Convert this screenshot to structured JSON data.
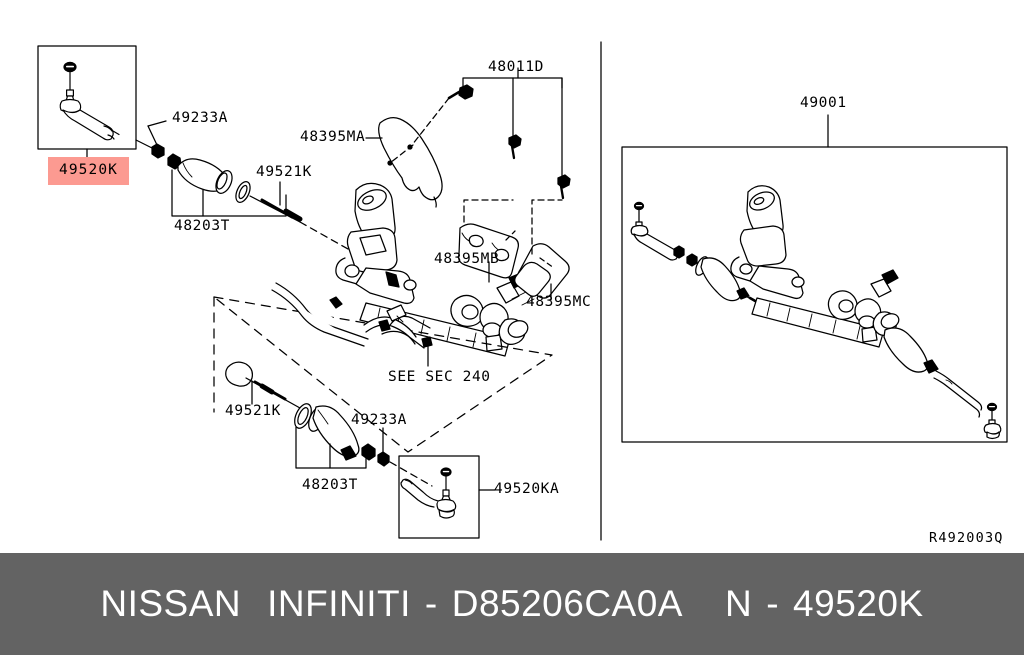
{
  "document": {
    "type": "automotive-parts-diagram",
    "reference_code": "R492003Q"
  },
  "footer": {
    "brand_primary": "NISSAN",
    "brand_secondary": "INFINITI",
    "dash": "-",
    "catalog_number": "D85206CA0A",
    "group_letter": "N",
    "group_dash": "-",
    "part_number": "49520K",
    "background_color": "#636363",
    "text_color": "#ffffff"
  },
  "highlight": {
    "color": "#fc9a91",
    "part": "49520K"
  },
  "left_panel": {
    "inset_box_label": "49520K",
    "callouts": [
      {
        "id": "c1",
        "text": "49520K",
        "highlighted": true
      },
      {
        "id": "c2",
        "text": "49233A",
        "highlighted": false
      },
      {
        "id": "c3",
        "text": "48203T",
        "highlighted": false
      },
      {
        "id": "c4",
        "text": "49521K",
        "highlighted": false
      },
      {
        "id": "c5",
        "text": "48011D",
        "highlighted": false
      },
      {
        "id": "c6",
        "text": "48395MA",
        "highlighted": false
      },
      {
        "id": "c7",
        "text": "48395MB",
        "highlighted": false
      },
      {
        "id": "c8",
        "text": "48395MC",
        "highlighted": false
      },
      {
        "id": "c9",
        "text": "SEE SEC 240",
        "highlighted": false
      },
      {
        "id": "c10",
        "text": "49521K",
        "highlighted": false
      },
      {
        "id": "c11",
        "text": "48203T",
        "highlighted": false
      },
      {
        "id": "c12",
        "text": "49233A",
        "highlighted": false
      },
      {
        "id": "c13",
        "text": "49520KA",
        "highlighted": false
      }
    ]
  },
  "right_panel": {
    "callouts": [
      {
        "id": "r1",
        "text": "49001",
        "highlighted": false
      }
    ]
  },
  "labels": {
    "l_49520K": "49520K",
    "l_49233A_top": "49233A",
    "l_48203T_top": "48203T",
    "l_49521K_top": "49521K",
    "l_48011D": "48011D",
    "l_48395MA": "48395MA",
    "l_48395MB": "48395MB",
    "l_48395MC": "48395MC",
    "l_seesec240": "SEE SEC 240",
    "l_49521K_bot": "49521K",
    "l_48203T_bot": "48203T",
    "l_49233A_bot": "49233A",
    "l_49520KA": "49520KA",
    "l_49001": "49001",
    "l_refcode": "R492003Q"
  }
}
